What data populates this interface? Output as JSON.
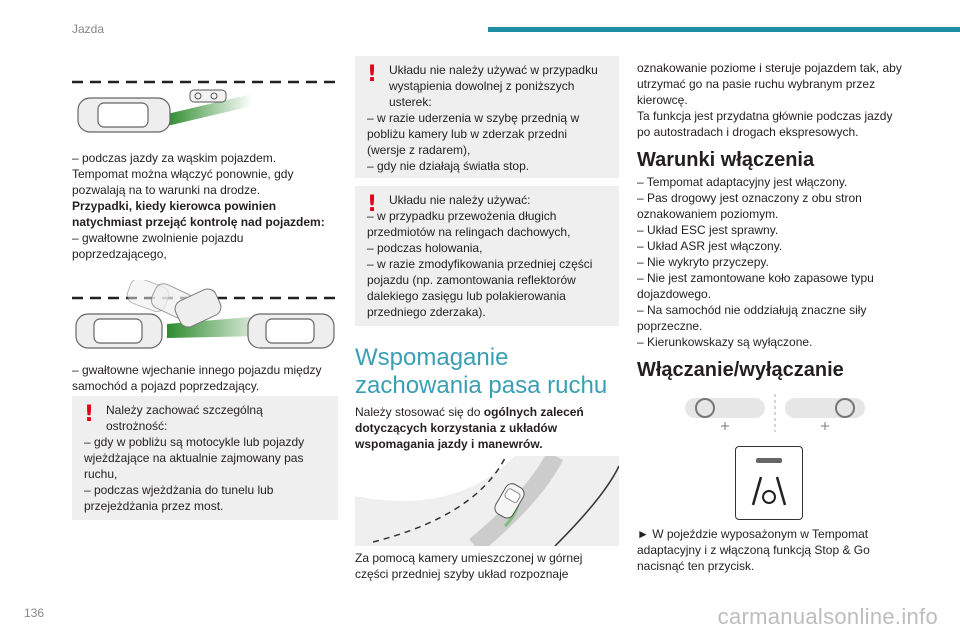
{
  "header": {
    "section": "Jazda",
    "page_number": "136"
  },
  "col1": {
    "p1": "– podczas jazdy za wąskim pojazdem.",
    "p2": "Tempomat można włączyć ponownie, gdy pozwalają na to warunki na drodze.",
    "p3_bold": "Przypadki, kiedy kierowca powinien natychmiast przejąć kontrolę nad pojazdem:",
    "p4": "– gwałtowne zwolnienie pojazdu poprzedzającego,",
    "p5": "– gwałtowne wjechanie innego pojazdu między samochód a pojazd poprzedzający.",
    "warn1": {
      "line1": "Należy zachować szczególną ostrożność:",
      "items": [
        "– gdy w pobliżu są motocykle lub pojazdy wjeżdżające na aktualnie zajmowany pas ruchu,",
        "– podczas wjeżdżania do tunelu lub przejeżdżania przez most."
      ]
    }
  },
  "col2": {
    "warn2": {
      "line1": "Układu nie należy używać w przypadku wystąpienia dowolnej z poniższych usterek:",
      "items": [
        "– w razie uderzenia w szybę przednią w pobliżu kamery lub w zderzak przedni (wersje z radarem),",
        "– gdy nie działają światła stop."
      ]
    },
    "warn3": {
      "line1": "Układu nie należy używać:",
      "items": [
        "– w przypadku przewożenia długich przedmiotów na relingach dachowych,",
        "– podczas holowania,",
        "– w razie zmodyfikowania przedniej części pojazdu (np. zamontowania reflektorów dalekiego zasięgu lub polakierowania przedniego zderzaka)."
      ]
    },
    "heading": "Wspomaganie zachowania pasa ruchu",
    "intro_pre": "Należy stosować się do ",
    "intro_bold": "ogólnych zaleceń dotyczących korzystania z układów wspomagania jazdy i manewrów.",
    "p_bottom": "Za pomocą kamery umieszczonej w górnej części przedniej szyby układ rozpoznaje"
  },
  "col3": {
    "p_top": "oznakowanie poziome i steruje pojazdem tak, aby utrzymać go na pasie ruchu wybranym przez kierowcę.",
    "p_top2": "Ta funkcja jest przydatna głównie podczas jazdy po autostradach i drogach ekspresowych.",
    "heading1": "Warunki włączenia",
    "conditions": [
      "– Tempomat adaptacyjny jest włączony.",
      "– Pas drogowy jest oznaczony z obu stron oznakowaniem poziomym.",
      "– Układ ESC jest sprawny.",
      "– Układ ASR jest włączony.",
      "– Nie wykryto przyczepy.",
      "– Nie jest zamontowane koło zapasowe typu dojazdowego.",
      "– Na samochód nie oddziałują znaczne siły poprzeczne.",
      "– Kierunkowskazy są wyłączone."
    ],
    "heading2": "Włączanie/wyłączanie",
    "p_action": "► W pojeździe wyposażonym w Tempomat adaptacyjny i z włączoną funkcją Stop & Go nacisnąć ten przycisk."
  },
  "watermark": "carmanualsonline.info",
  "colors": {
    "accent": "#1f8ea3",
    "heading": "#3a9fb4",
    "warning": "#e2001a",
    "box": "#efefef"
  }
}
